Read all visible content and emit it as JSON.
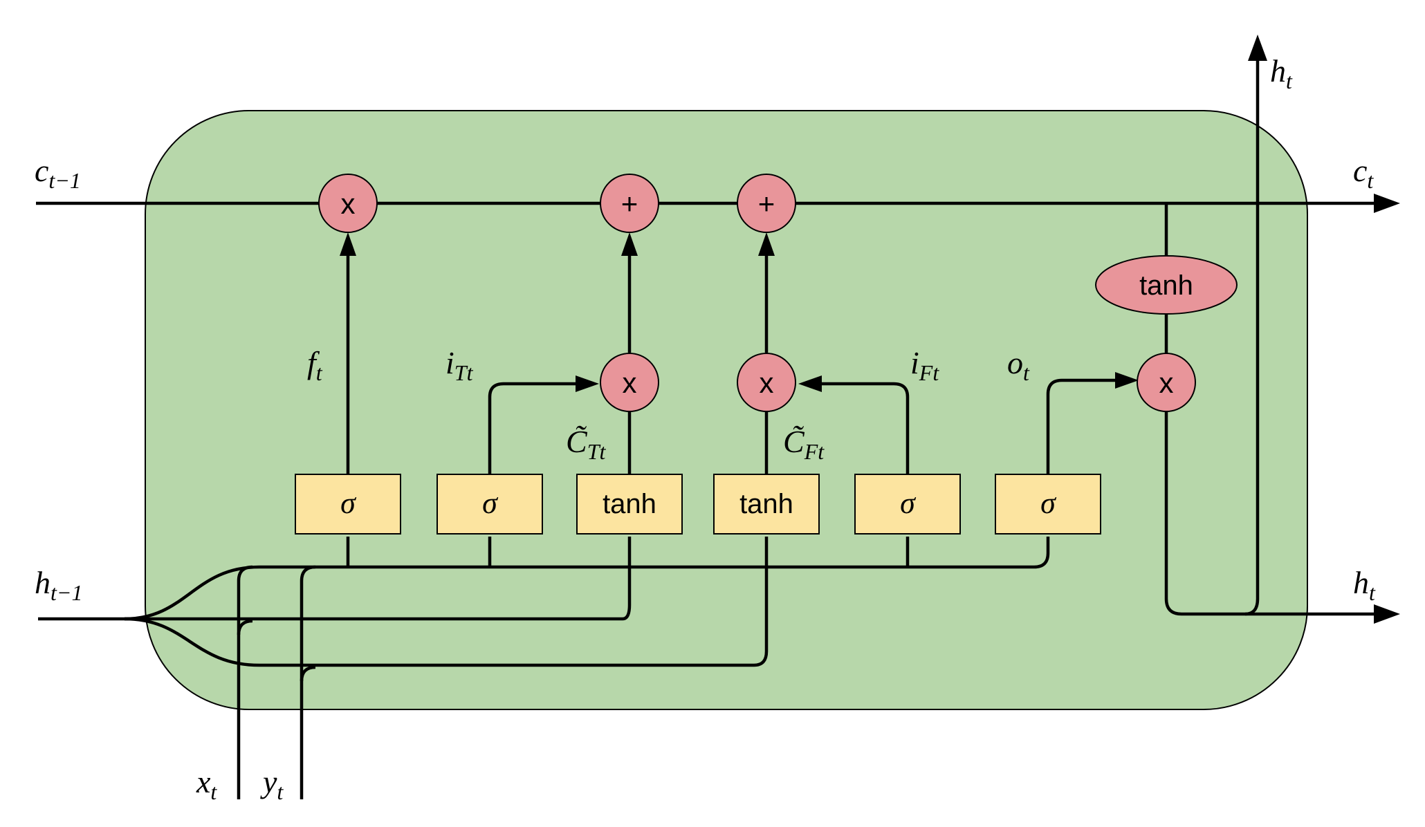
{
  "colors": {
    "cell_background": "#b7d7aa",
    "operator_fill": "#e8959a",
    "gate_fill": "#fce4a0",
    "line": "#000000"
  },
  "operators": {
    "forget_multiply": "x",
    "add_T": "+",
    "add_F": "+",
    "multiply_T": "x",
    "multiply_F": "x",
    "output_multiply": "x",
    "output_tanh": "tanh"
  },
  "gates": [
    {
      "id": "forget",
      "label": "σ"
    },
    {
      "id": "input_T",
      "label": "σ"
    },
    {
      "id": "candidate_T",
      "label": "tanh"
    },
    {
      "id": "candidate_F",
      "label": "tanh"
    },
    {
      "id": "input_F",
      "label": "σ"
    },
    {
      "id": "output",
      "label": "σ"
    }
  ],
  "labels": {
    "c_prev": {
      "base": "c",
      "sub": "t−1"
    },
    "c_next": {
      "base": "c",
      "sub": "t"
    },
    "h_prev": {
      "base": "h",
      "sub": "t−1"
    },
    "h_next": {
      "base": "h",
      "sub": "t"
    },
    "h_up": {
      "base": "h",
      "sub": "t"
    },
    "x_in": {
      "base": "x",
      "sub": "t"
    },
    "y_in": {
      "base": "y",
      "sub": "t"
    },
    "f": {
      "base": "f",
      "sub": "t"
    },
    "iT": {
      "base": "i",
      "sub": "Tt"
    },
    "iF": {
      "base": "i",
      "sub": "Ft"
    },
    "o": {
      "base": "o",
      "sub": "t"
    },
    "CT": {
      "base": "C̃",
      "sub": "Tt"
    },
    "CF": {
      "base": "C̃",
      "sub": "Ft"
    }
  }
}
